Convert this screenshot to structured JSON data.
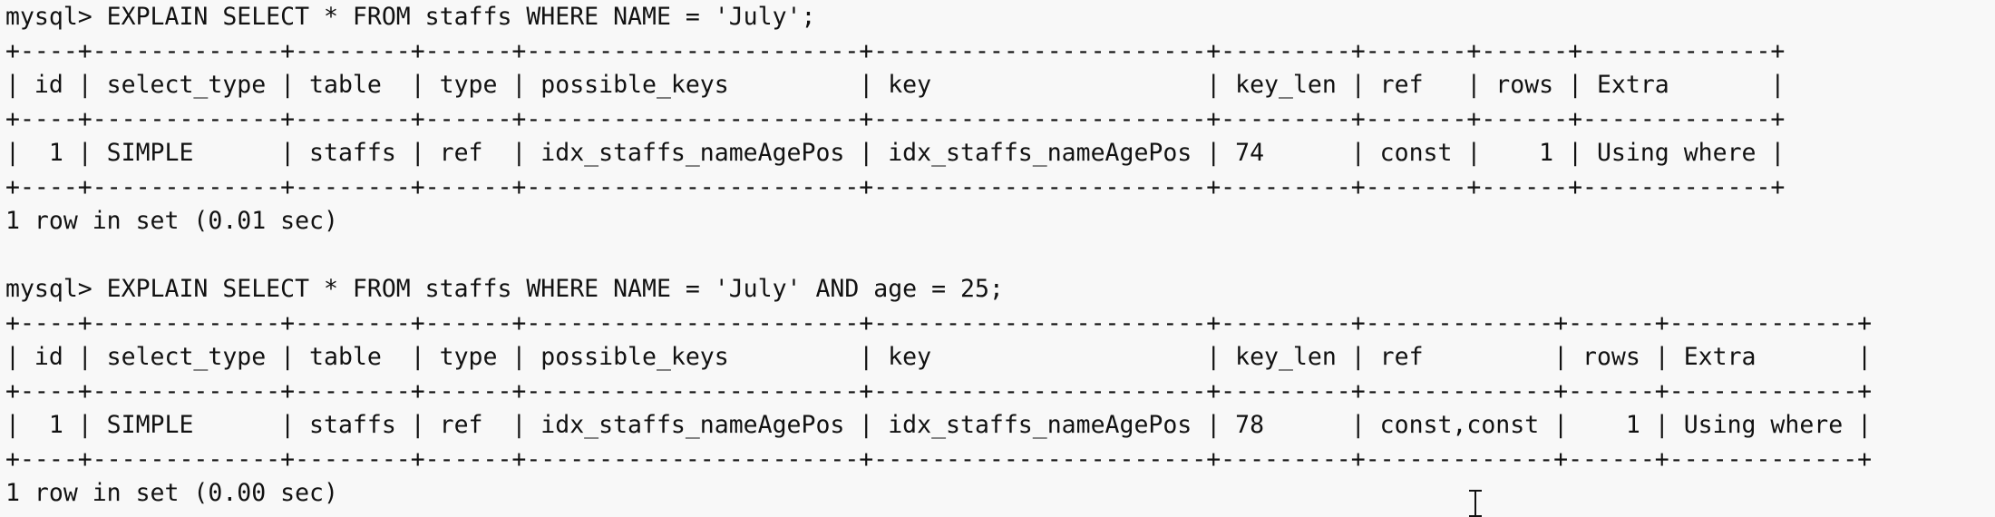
{
  "terminal": {
    "queries": [
      {
        "prompt": "mysql> EXPLAIN SELECT * FROM staffs WHERE NAME = 'July';",
        "border": "+----+-------------+--------+------+-----------------------+-----------------------+---------+-------+------+-------------+",
        "header": "| id | select_type | table  | type | possible_keys         | key                   | key_len | ref   | rows | Extra       |",
        "row": "|  1 | SIMPLE      | staffs | ref  | idx_staffs_nameAgePos | idx_staffs_nameAgePos | 74      | const |    1 | Using where |",
        "status": "1 row in set (0.01 sec)"
      },
      {
        "prompt": "mysql> EXPLAIN SELECT * FROM staffs WHERE NAME = 'July' AND age = 25;",
        "border": "+----+-------------+--------+------+-----------------------+-----------------------+---------+-------------+------+-------------+",
        "header": "| id | select_type | table  | type | possible_keys         | key                   | key_len | ref         | rows | Extra       |",
        "row": "|  1 | SIMPLE      | staffs | ref  | idx_staffs_nameAgePos | idx_staffs_nameAgePos | 78      | const,const |    1 | Using where |",
        "status": "1 row in set (0.00 sec)"
      }
    ]
  }
}
